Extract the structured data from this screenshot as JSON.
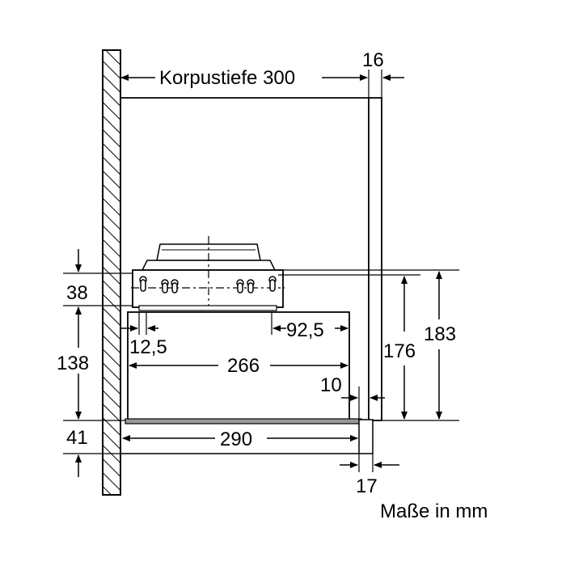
{
  "dimensions": {
    "depth_label": "Korpustiefe 300",
    "panel_thickness_top": "16",
    "mount_height": "38",
    "body_height": "138",
    "front_height": "41",
    "offset_left": "12,5",
    "offset_right": "92,5",
    "width_266": "266",
    "gap_10": "10",
    "height_176": "176",
    "height_183": "183",
    "width_290": "290",
    "panel_thickness_bottom": "17"
  },
  "footer": {
    "units_note": "Maße in mm"
  }
}
